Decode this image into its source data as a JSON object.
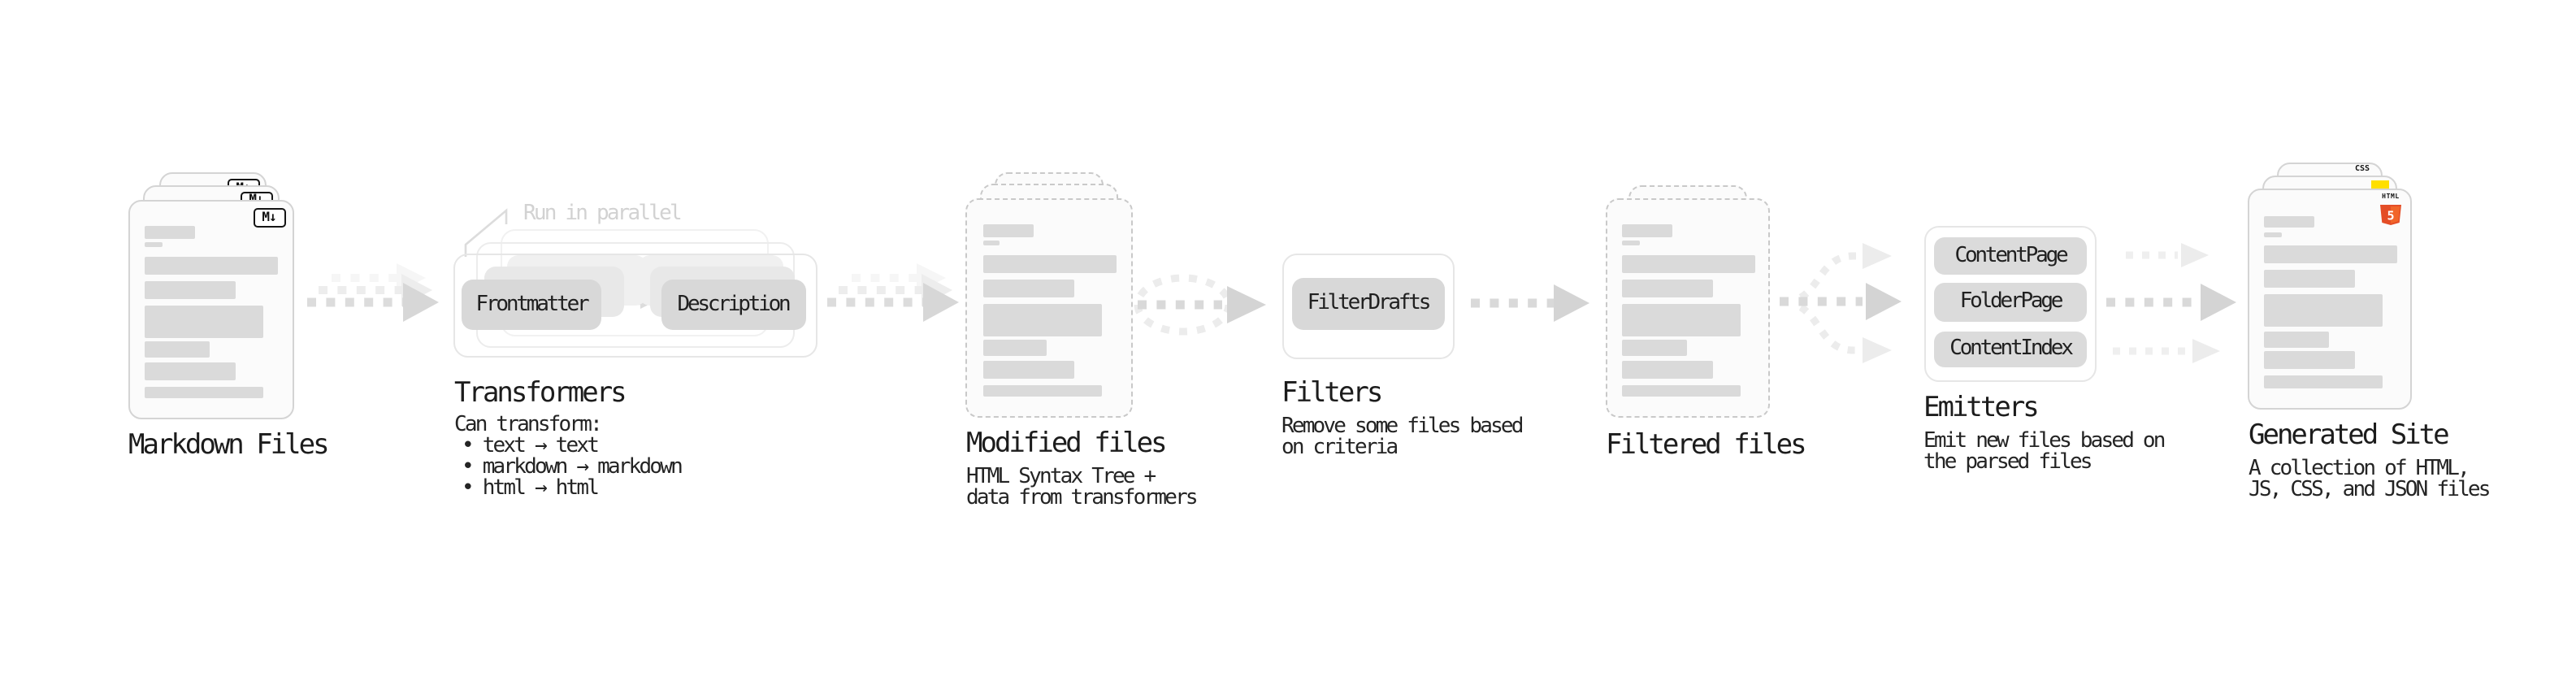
{
  "stages": {
    "markdown": {
      "title": "Markdown Files",
      "badge": "M↓"
    },
    "transformers": {
      "title": "Transformers",
      "annotation": "Run in parallel",
      "pill_left": "Frontmatter",
      "pill_right": "Description",
      "note_heading": "Can transform:",
      "note_items": [
        "• text → text",
        "• markdown → markdown",
        "• html → html"
      ]
    },
    "modified": {
      "title": "Modified files",
      "subtitle": [
        "HTML Syntax Tree +",
        "data from transformers"
      ]
    },
    "filters": {
      "title": "Filters",
      "pill": "FilterDrafts",
      "subtitle": [
        "Remove some files based",
        "on criteria"
      ]
    },
    "filtered": {
      "title": "Filtered files"
    },
    "emitters": {
      "title": "Emitters",
      "pills": [
        "ContentPage",
        "FolderPage",
        "ContentIndex"
      ],
      "subtitle": [
        "Emit new files based on",
        "the parsed files"
      ]
    },
    "generated": {
      "title": "Generated Site",
      "subtitle": [
        "A collection of HTML,",
        "JS, CSS, and JSON files"
      ],
      "badge_css": "CSS",
      "badge_html_label": "HTML",
      "badge_html_number": "5"
    }
  },
  "icons": {
    "markdown_badge": "markdown-badge-icon",
    "css_badge": "css-badge-icon",
    "js_badge": "js-badge-icon",
    "html5_badge": "html5-logo-icon"
  },
  "colors": {
    "html5_orange": "#e44d26",
    "html5_orange_light": "#f16529",
    "css_blue": "#196fe8",
    "js_yellow": "#ffdf00",
    "pill_gray": "#d8d8d8",
    "arrow_gray": "#d9d9d9",
    "card_border": "#d4d4d4",
    "dashed_border": "#c9c9c9"
  }
}
